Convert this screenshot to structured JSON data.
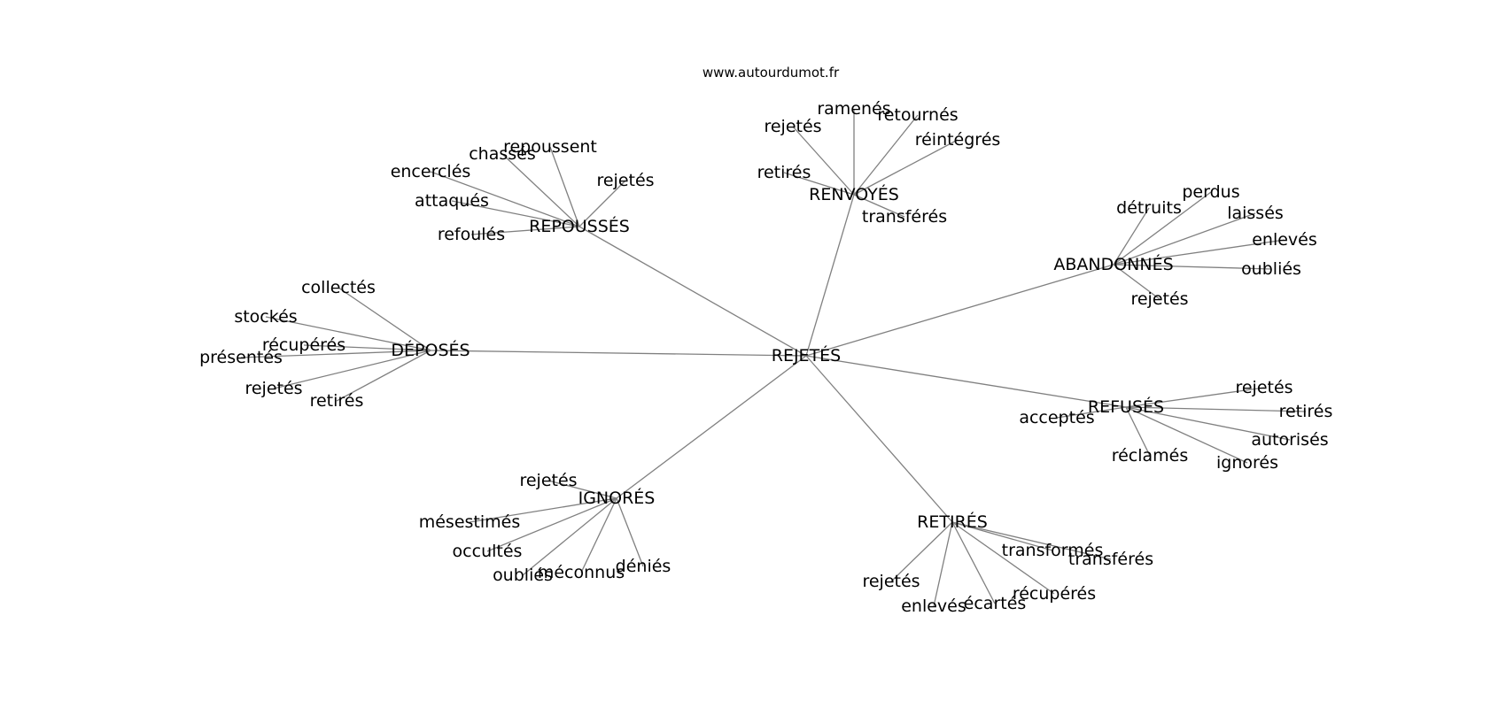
{
  "watermark": "www.autourdumot.fr",
  "graph": {
    "center": "REJETÉS",
    "groups": [
      {
        "hub": "REPOUSSÉS",
        "leaves": [
          "chassés",
          "repoussent",
          "rejetés",
          "encerclés",
          "attaqués",
          "refoulés"
        ]
      },
      {
        "hub": "RENVOYÉS",
        "leaves": [
          "ramenés",
          "retournés",
          "rejetés",
          "réintégrés",
          "retirés",
          "transférés"
        ]
      },
      {
        "hub": "ABANDONNÉS",
        "leaves": [
          "perdus",
          "détruits",
          "laissés",
          "enlevés",
          "oubliés",
          "rejetés"
        ]
      },
      {
        "hub": "DÉPOSÉS",
        "leaves": [
          "collectés",
          "stockés",
          "récupérés",
          "présentés",
          "rejetés",
          "retirés"
        ]
      },
      {
        "hub": "REFUSÉS",
        "leaves": [
          "rejetés",
          "retirés",
          "acceptés",
          "autorisés",
          "réclamés",
          "ignorés"
        ]
      },
      {
        "hub": "IGNORÉS",
        "leaves": [
          "rejetés",
          "mésestimés",
          "occultés",
          "oubliés",
          "méconnus",
          "déniés"
        ]
      },
      {
        "hub": "RETIRÉS",
        "leaves": [
          "transformés",
          "transférés",
          "rejetés",
          "récupérés",
          "enlevés",
          "écartés"
        ]
      }
    ]
  }
}
